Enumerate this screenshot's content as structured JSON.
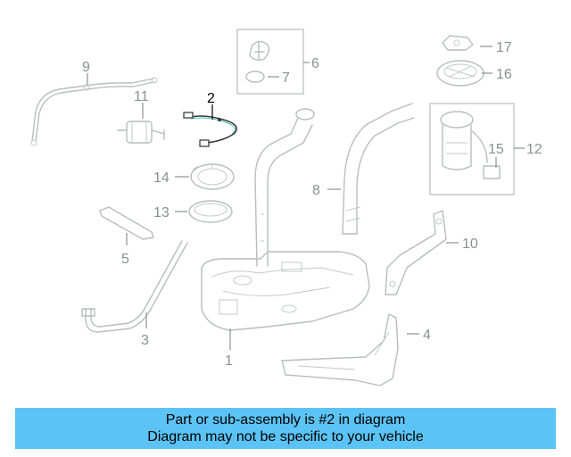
{
  "labels": {
    "p1": "1",
    "p2": "2",
    "p3": "3",
    "p4": "4",
    "p5": "5",
    "p6": "6",
    "p7": "7",
    "p8": "8",
    "p9": "9",
    "p10": "10",
    "p11": "11",
    "p12": "12",
    "p13": "13",
    "p14": "14",
    "p15": "15",
    "p16": "16",
    "p17": "17"
  },
  "highlight_color": "#000000",
  "part_color": "#b9bcc0",
  "banner": {
    "line1": "Part or sub-assembly is #2 in diagram",
    "line2": "Diagram may not be specific to your vehicle",
    "background": "#5bc3f5"
  }
}
